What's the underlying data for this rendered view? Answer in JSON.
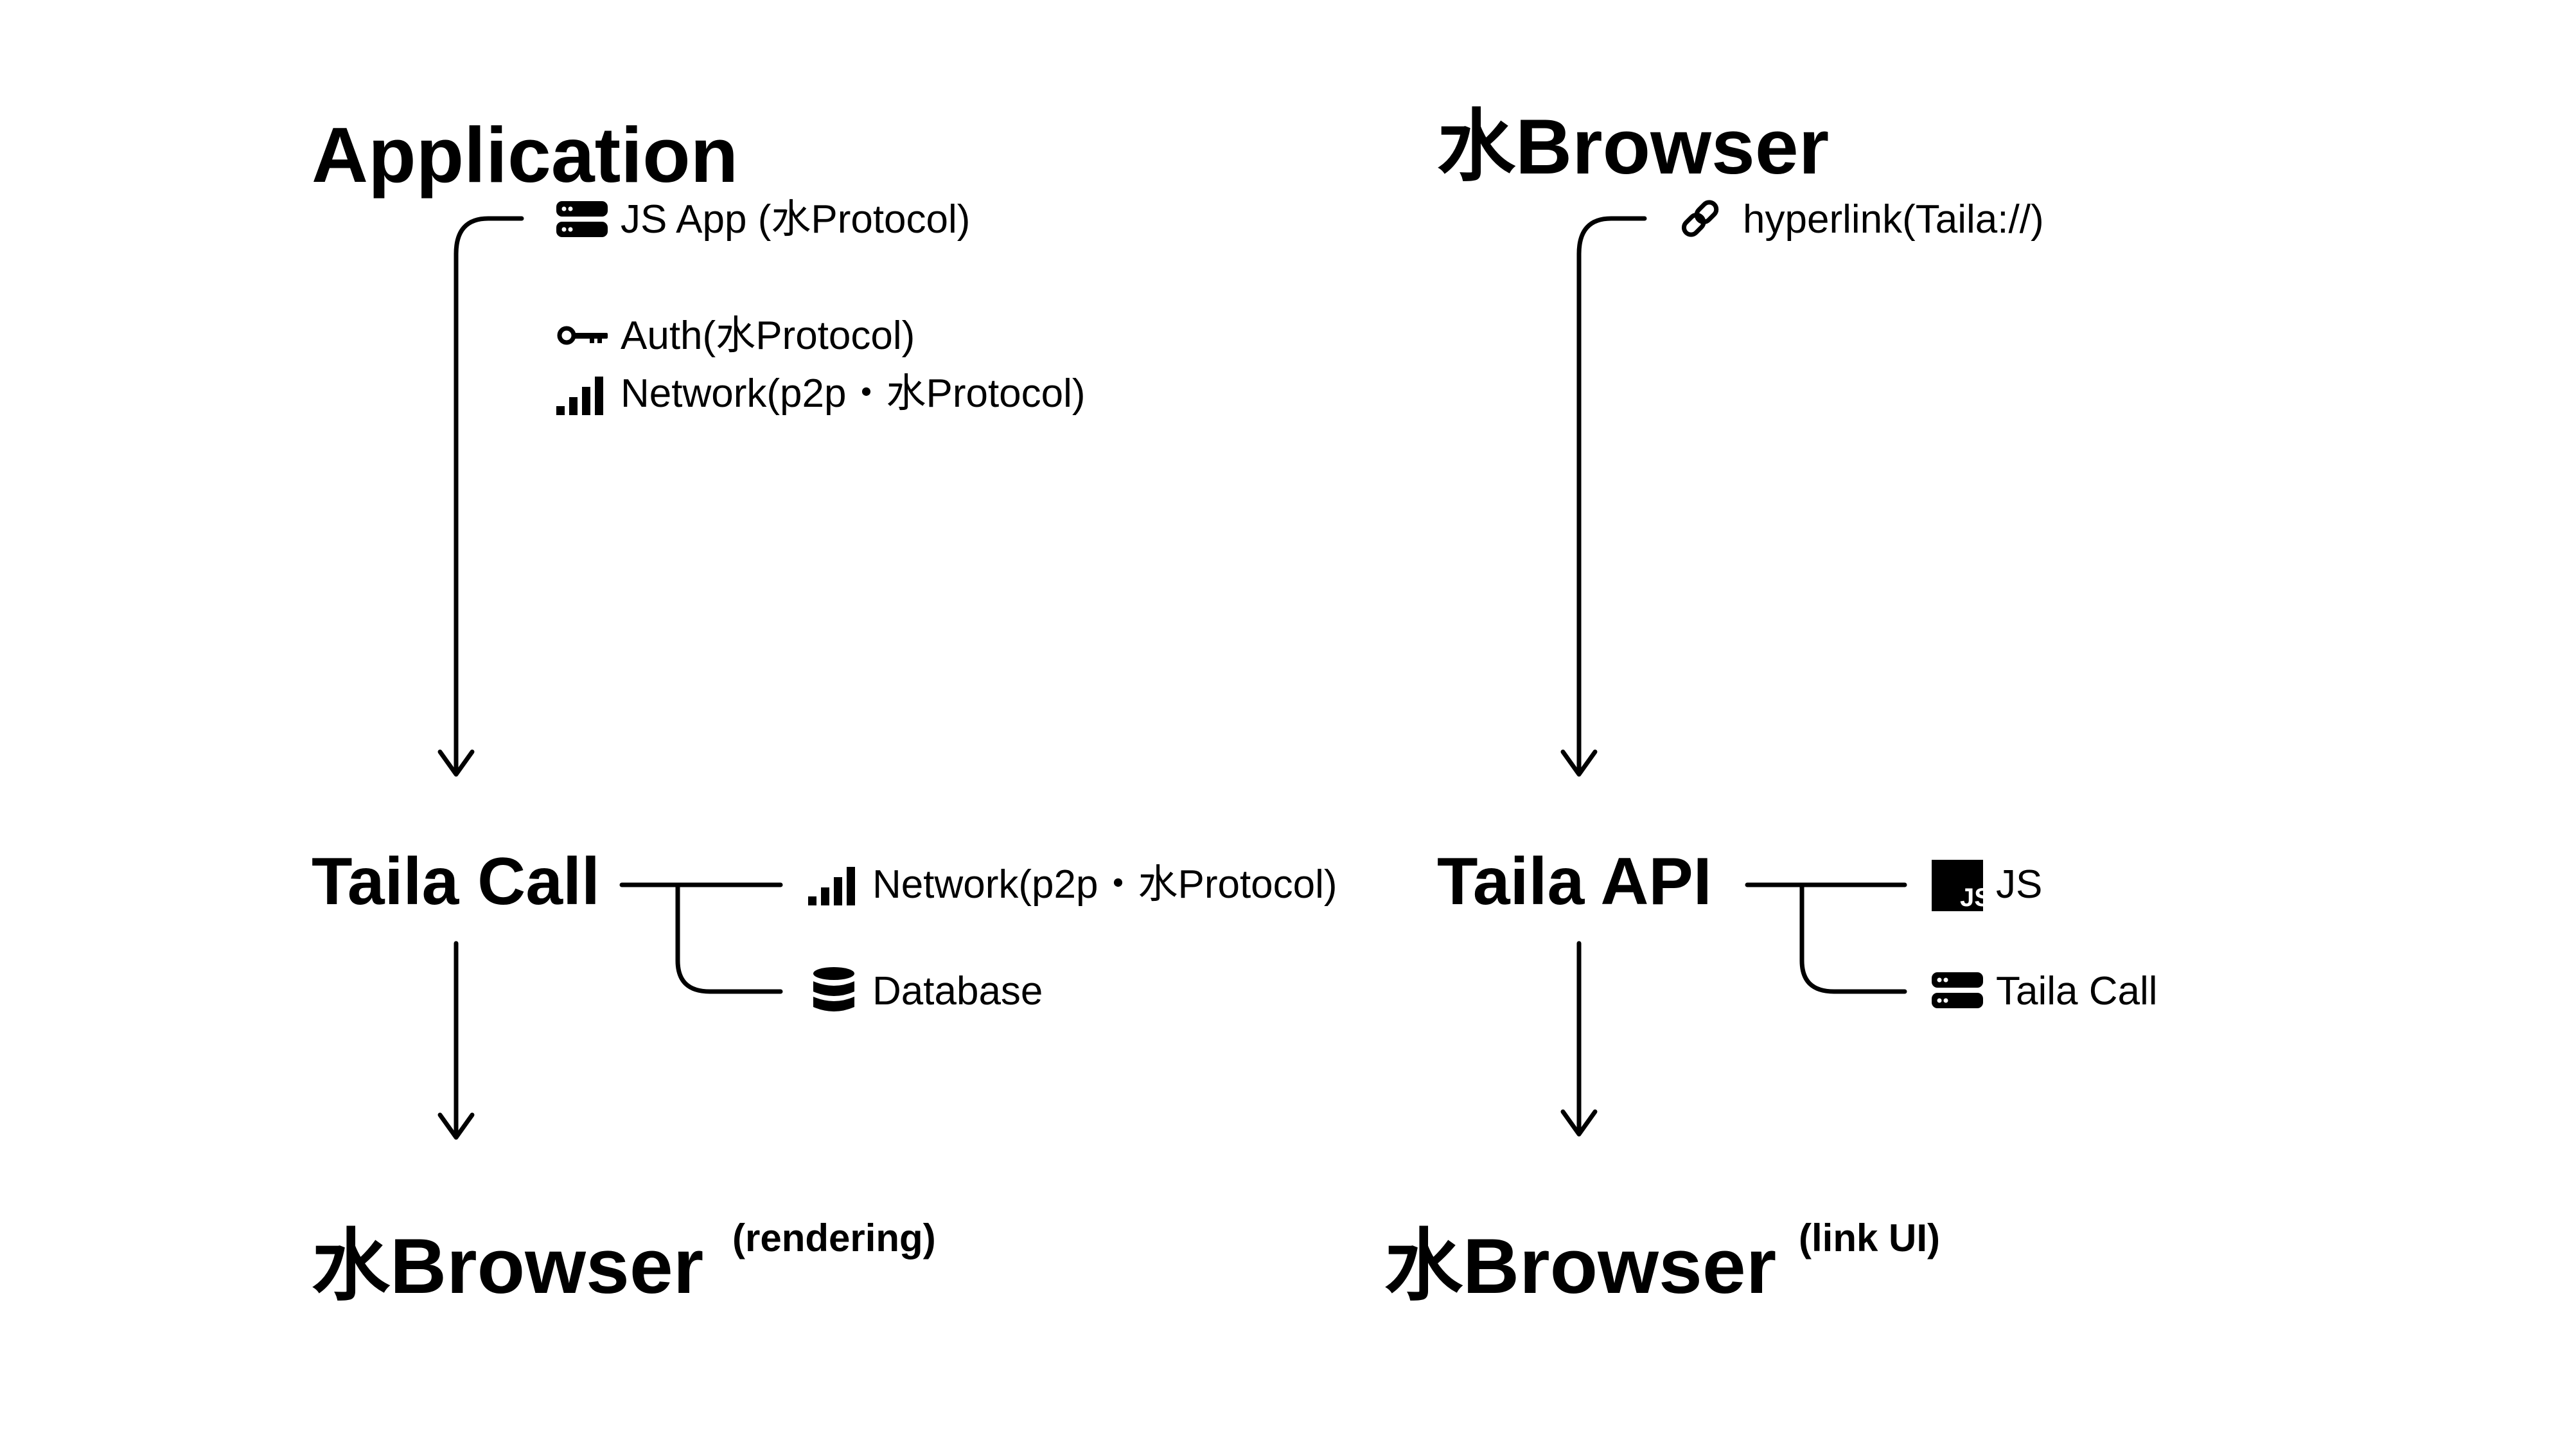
{
  "left_column": {
    "top_title": "Application",
    "top_items": [
      {
        "label": "JS App (水Protocol)",
        "icon": "server-icon"
      },
      {
        "label": "Auth(水Protocol)",
        "icon": "key-icon"
      },
      {
        "label": "Network(p2p・水Protocol)",
        "icon": "signal-icon"
      }
    ],
    "middle_title": "Taila Call",
    "middle_items": [
      {
        "label": "Network(p2p・水Protocol)",
        "icon": "signal-icon"
      },
      {
        "label": "Database",
        "icon": "database-icon"
      }
    ],
    "bottom_title": "水Browser",
    "bottom_note": "(rendering)"
  },
  "right_column": {
    "top_title": "水Browser",
    "top_items": [
      {
        "label": "hyperlink(Taila://)",
        "icon": "link-icon"
      }
    ],
    "middle_title": "Taila API",
    "middle_items": [
      {
        "label": "JS",
        "icon": "js-icon"
      },
      {
        "label": "Taila Call",
        "icon": "server-icon"
      }
    ],
    "bottom_title": "水Browser",
    "bottom_note": "(link UI)"
  },
  "colors": {
    "background": "#ffffff",
    "foreground": "#000000"
  }
}
